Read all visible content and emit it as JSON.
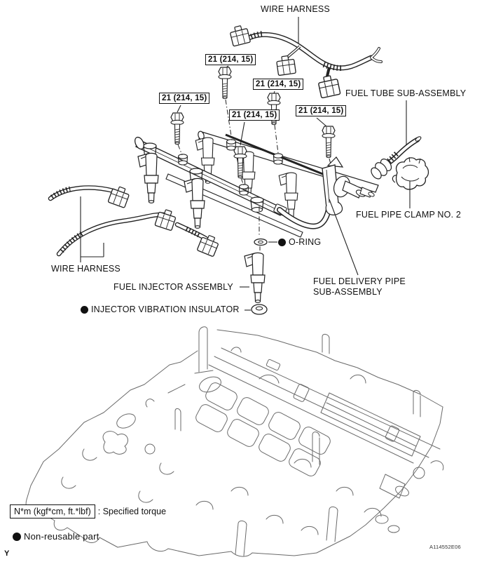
{
  "diagram": {
    "labels": {
      "wire_harness_top": "WIRE HARNESS",
      "wire_harness_left": "WIRE HARNESS",
      "fuel_tube": "FUEL TUBE SUB-ASSEMBLY",
      "fuel_pipe_clamp": "FUEL PIPE CLAMP NO. 2",
      "o_ring": "O-RING",
      "fuel_injector": "FUEL INJECTOR ASSEMBLY",
      "injector_vibration_insulator": "INJECTOR VIBRATION INSULATOR",
      "fuel_delivery_pipe_line1": "FUEL DELIVERY PIPE",
      "fuel_delivery_pipe_line2": "SUB-ASSEMBLY"
    },
    "torque_specs": [
      "21 (214, 15)",
      "21 (214, 15)",
      "21 (214, 15)",
      "21 (214, 15)",
      "21 (214, 15)"
    ]
  },
  "legend": {
    "torque_unit": "N*m (kgf*cm, ft.*lbf)",
    "torque_desc": ": Specified torque",
    "non_reusable": "Non-reusable part"
  },
  "footer": {
    "page_marker": "Y",
    "figure_id": "A114552E06"
  },
  "colors": {
    "line": "#222222",
    "engine_line": "#6a6a6a",
    "background": "#ffffff"
  }
}
